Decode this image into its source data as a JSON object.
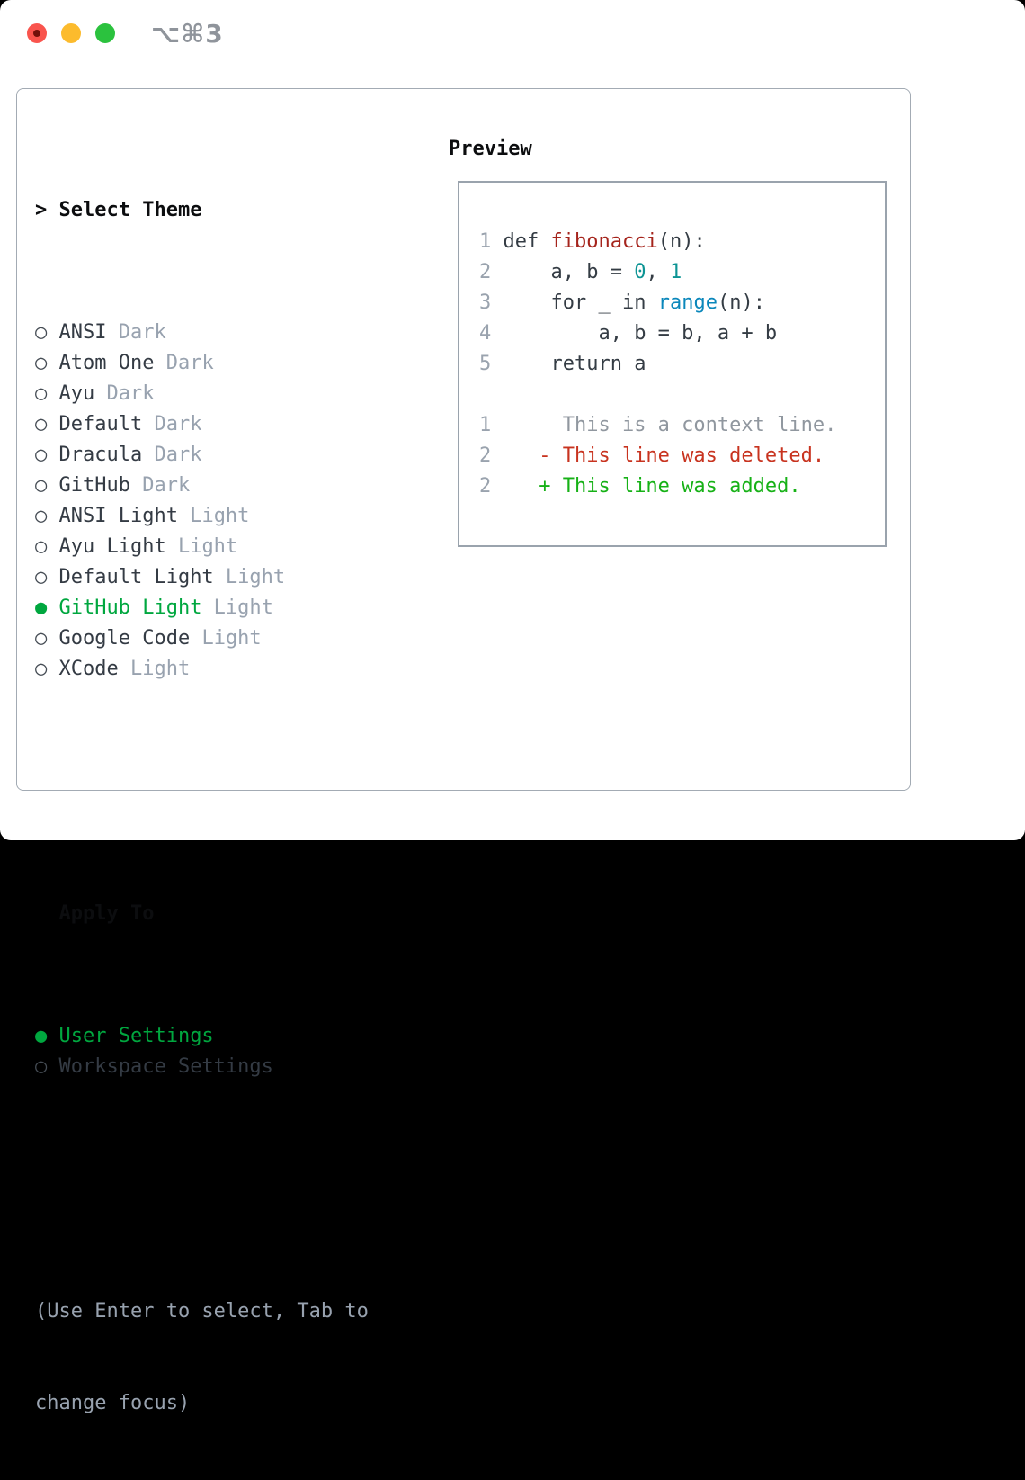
{
  "window": {
    "titlebar": {
      "shortcut_label": "⌥⌘3",
      "traffic_lights": [
        "close-button",
        "minimize-button",
        "zoom-button"
      ]
    }
  },
  "theme_panel": {
    "select_header": {
      "prefix": "> ",
      "label": "Select Theme"
    },
    "themes": [
      {
        "name": "ANSI",
        "variant": "Dark",
        "selected": false
      },
      {
        "name": "Atom One",
        "variant": "Dark",
        "selected": false
      },
      {
        "name": "Ayu",
        "variant": "Dark",
        "selected": false
      },
      {
        "name": "Default",
        "variant": "Dark",
        "selected": false
      },
      {
        "name": "Dracula",
        "variant": "Dark",
        "selected": false
      },
      {
        "name": "GitHub",
        "variant": "Dark",
        "selected": false
      },
      {
        "name": "ANSI Light",
        "variant": "Light",
        "selected": false
      },
      {
        "name": "Ayu Light",
        "variant": "Light",
        "selected": false
      },
      {
        "name": "Default Light",
        "variant": "Light",
        "selected": false
      },
      {
        "name": "GitHub Light",
        "variant": "Light",
        "selected": true
      },
      {
        "name": "Google Code",
        "variant": "Light",
        "selected": false
      },
      {
        "name": "XCode",
        "variant": "Light",
        "selected": false
      }
    ],
    "radio_icons": {
      "unselected": "○",
      "selected": "●"
    },
    "apply_to": {
      "label": "Apply To",
      "options": [
        {
          "name": "User Settings",
          "selected": true
        },
        {
          "name": "Workspace Settings",
          "selected": false
        }
      ]
    },
    "hint_lines": [
      "(Use Enter to select, Tab to",
      "change focus)"
    ]
  },
  "preview": {
    "header": "Preview",
    "code_lines": [
      {
        "ln": "1",
        "segments": [
          {
            "t": " ",
            "c": "plain"
          },
          {
            "t": "def",
            "c": "keyword"
          },
          {
            "t": " ",
            "c": "plain"
          },
          {
            "t": "fibonacci",
            "c": "title"
          },
          {
            "t": "(n):",
            "c": "plain"
          }
        ]
      },
      {
        "ln": "2",
        "segments": [
          {
            "t": "     a, b = ",
            "c": "plain"
          },
          {
            "t": "0",
            "c": "number"
          },
          {
            "t": ", ",
            "c": "plain"
          },
          {
            "t": "1",
            "c": "number"
          }
        ]
      },
      {
        "ln": "3",
        "segments": [
          {
            "t": "     ",
            "c": "plain"
          },
          {
            "t": "for",
            "c": "keyword"
          },
          {
            "t": " _ ",
            "c": "plain"
          },
          {
            "t": "in",
            "c": "keyword"
          },
          {
            "t": " ",
            "c": "plain"
          },
          {
            "t": "range",
            "c": "builtin"
          },
          {
            "t": "(n):",
            "c": "plain"
          }
        ]
      },
      {
        "ln": "4",
        "segments": [
          {
            "t": "         a, b = b, a + b",
            "c": "plain"
          }
        ]
      },
      {
        "ln": "5",
        "segments": [
          {
            "t": "     ",
            "c": "plain"
          },
          {
            "t": "return",
            "c": "keyword"
          },
          {
            "t": " a",
            "c": "plain"
          }
        ]
      },
      {
        "ln": "",
        "segments": []
      },
      {
        "ln": "1",
        "segments": [
          {
            "t": "      This is a context line.",
            "c": "context"
          }
        ]
      },
      {
        "ln": "2",
        "segments": [
          {
            "t": "    - This line was deleted.",
            "c": "deleted"
          }
        ]
      },
      {
        "ln": "2",
        "segments": [
          {
            "t": "    + This line was added.",
            "c": "added"
          }
        ]
      }
    ]
  },
  "colors": {
    "selection_green": "#00a73f",
    "added_green": "#16b116",
    "deleted_red": "#c8331f",
    "code_title_red": "#a5241c",
    "code_number_teal": "#0d9494",
    "code_builtin_blue": "#0a87bb",
    "code_ink": "#343c44",
    "item_ink": "#343b44",
    "header_ink": "#0c0d0f",
    "muted_gray": "#98a2af",
    "context_gray": "#90979f",
    "linenum_gray": "#9aa3ae",
    "panel_border": "#a3abb4",
    "box_border": "#9aa3ad",
    "titlebar_gray": "#8f949b",
    "traffic_red": "#f9544d",
    "traffic_yellow": "#fcbb2d",
    "traffic_green": "#2bc23e"
  }
}
